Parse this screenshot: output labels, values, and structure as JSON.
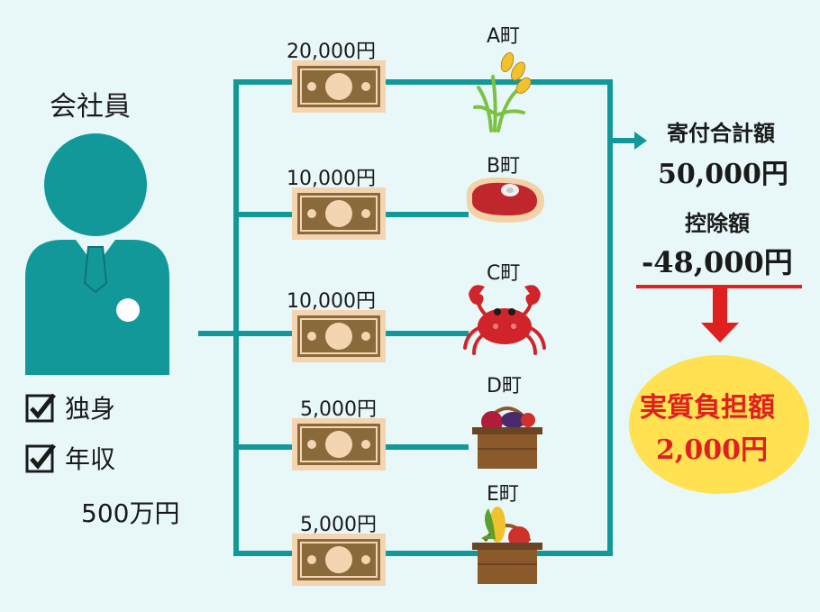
{
  "person": {
    "title": "会社員",
    "checks": [
      "独身",
      "年収"
    ],
    "income": "500万円"
  },
  "donations": [
    {
      "amount": "20,000円",
      "town": "A町",
      "icon": "rice-plant-icon"
    },
    {
      "amount": "10,000円",
      "town": "B町",
      "icon": "steak-icon"
    },
    {
      "amount": "10,000円",
      "town": "C町",
      "icon": "crab-icon"
    },
    {
      "amount": "5,000円",
      "town": "D町",
      "icon": "fruit-basket-icon"
    },
    {
      "amount": "5,000円",
      "town": "E町",
      "icon": "vegetable-basket-icon"
    }
  ],
  "summary": {
    "total_label": "寄付合計額",
    "total_value": "50,000円",
    "deduction_label": "控除額",
    "deduction_value": "-48,000円",
    "burden_label": "実質負担額",
    "burden_value": "2,000円"
  },
  "colors": {
    "teal": "#139899",
    "bill_bg": "#f4d5b2",
    "bill_dark": "#8a6a3a",
    "red": "#e0201e",
    "yellow": "#ffe152",
    "background": "#e8f8f9"
  }
}
